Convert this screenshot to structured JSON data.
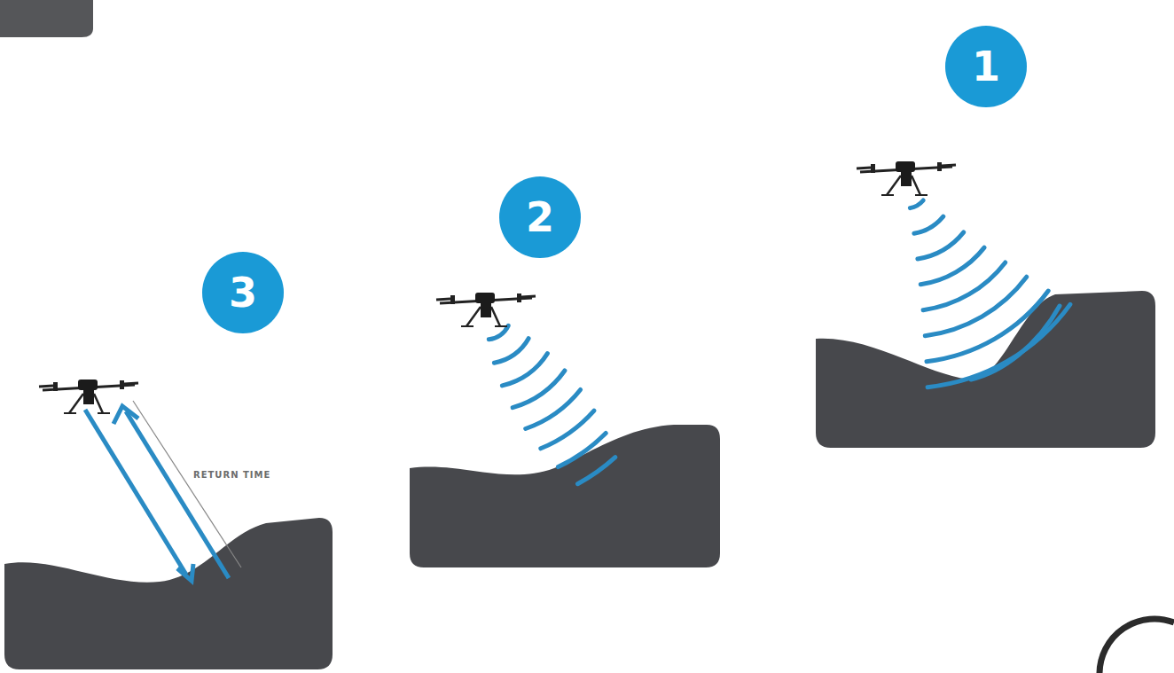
{
  "diagram": {
    "nodes": [
      {
        "text": [
          "1"
        ]
      },
      {
        "text": [
          "2"
        ]
      },
      {
        "text": [
          "3"
        ]
      }
    ],
    "labels": [
      "RETURN TIME"
    ]
  }
}
